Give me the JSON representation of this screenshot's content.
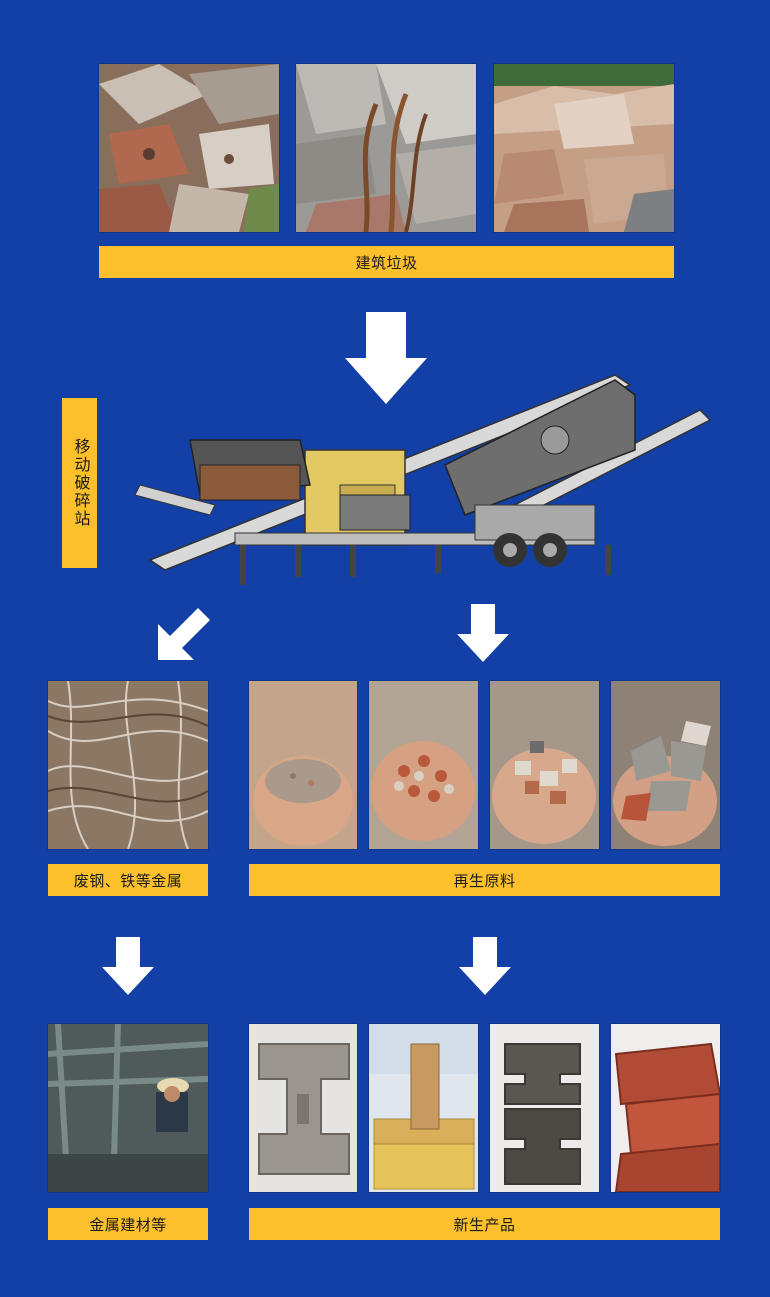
{
  "top": {
    "label": "建筑垃圾",
    "photos": [
      "rubble-bricks-photo",
      "rubble-rebar-concrete-photo",
      "rubble-pile-photo"
    ]
  },
  "station": {
    "label": "移动破碎站"
  },
  "branches": {
    "metal": {
      "label": "废钢、铁等金属",
      "product_label": "金属建材等"
    },
    "recycled": {
      "label": "再生原料",
      "product_label": "新生产品"
    }
  },
  "colors": {
    "background": "#1240a6",
    "label_bg": "#fcc02c",
    "arrow": "#ffffff"
  }
}
